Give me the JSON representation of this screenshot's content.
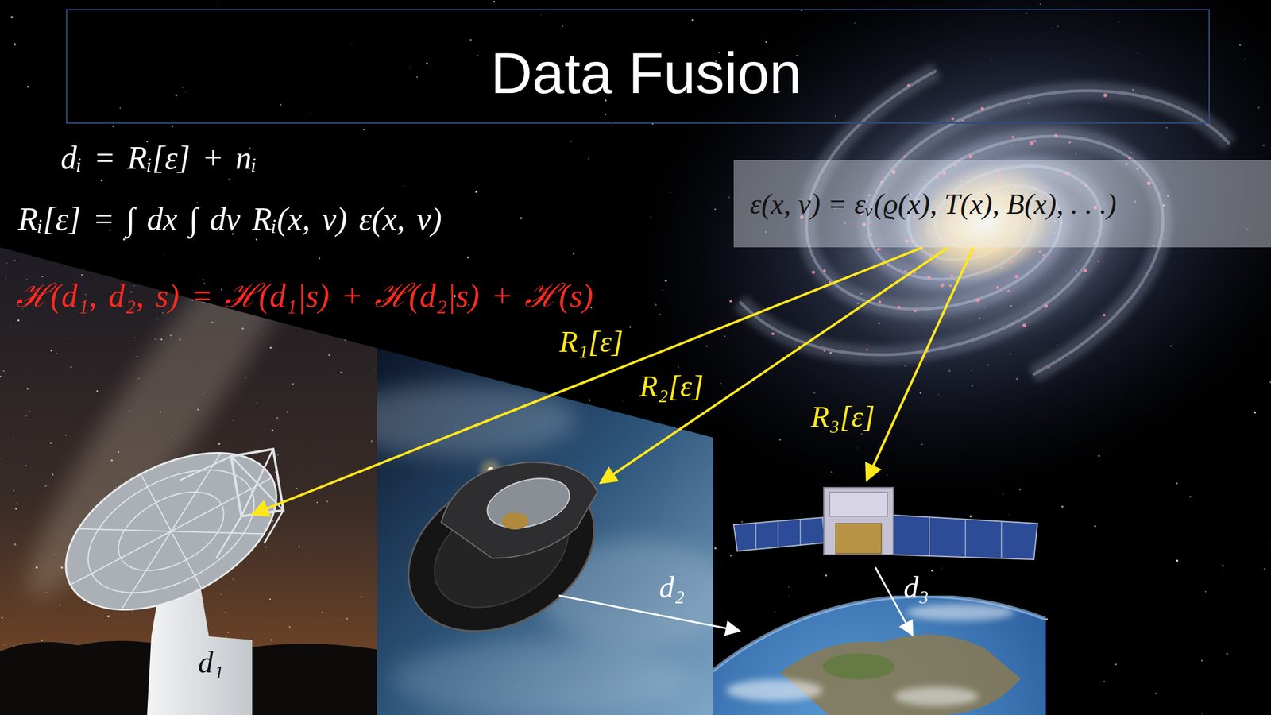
{
  "diagram": {
    "title": "Data Fusion",
    "nodes": [
      {
        "text": [
          "ε(x, ν) = εᵥ(ϱ(x), T(x), B(x), . . .)"
        ]
      },
      {
        "text": [
          "d₁"
        ]
      },
      {
        "text": [
          "d₂"
        ]
      },
      {
        "text": [
          "d₃"
        ]
      }
    ],
    "edges": [
      {
        "from": 0,
        "to": 1,
        "arrow": "to",
        "label": "R₁[ε]"
      },
      {
        "from": 0,
        "to": 2,
        "arrow": "to",
        "label": "R₂[ε]"
      },
      {
        "from": 0,
        "to": 3,
        "arrow": "to",
        "label": "R₃[ε]"
      }
    ],
    "labels": [
      "dᵢ = Rᵢ[ε] + nᵢ",
      "Rᵢ[ε] = ∫ dx ∫ dν Rᵢ(x, ν) ε(x, ν)",
      "ℋ(d₁, d₂, s) = ℋ(d₁|s) + ℋ(d₂|s) + ℋ(s)"
    ]
  }
}
